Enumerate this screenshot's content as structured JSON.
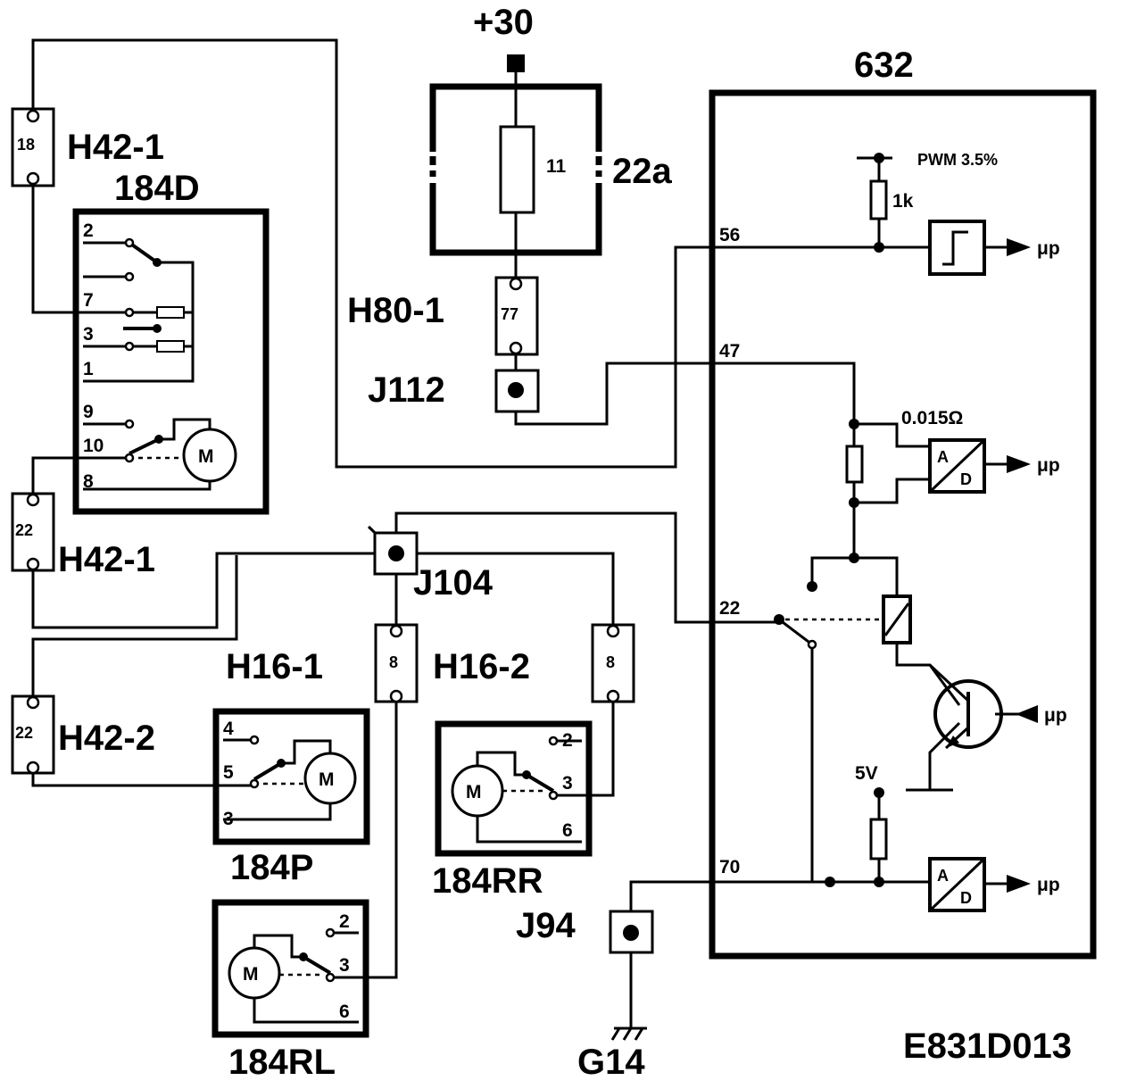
{
  "labels": {
    "supply": "+30",
    "ecu": "632",
    "fuse_box": "22a",
    "fuse_num": "11",
    "doc_id": "E831D013",
    "ground": "G14"
  },
  "connectors": {
    "h42_1_top": {
      "name": "H42-1",
      "pin": "18"
    },
    "h42_1_mid": {
      "name": "H42-1",
      "pin": "22"
    },
    "h42_2": {
      "name": "H42-2",
      "pin": "22"
    },
    "h80_1": {
      "name": "H80-1",
      "pin": "77"
    },
    "h16_1": {
      "name": "H16-1",
      "pin": "8"
    },
    "h16_2": {
      "name": "H16-2",
      "pin": "8"
    }
  },
  "junctions": {
    "j112": "J112",
    "j104": "J104",
    "j94": "J94"
  },
  "components": {
    "c184d": {
      "name": "184D",
      "pins": [
        "2",
        "7",
        "3",
        "1",
        "9",
        "10",
        "8"
      ],
      "motor": "M"
    },
    "c184p": {
      "name": "184P",
      "pins": [
        "4",
        "5",
        "3"
      ],
      "motor": "M"
    },
    "c184rr": {
      "name": "184RR",
      "pins": [
        "2",
        "3",
        "6"
      ],
      "motor": "M"
    },
    "c184rl": {
      "name": "184RL",
      "pins": [
        "2",
        "3",
        "6"
      ],
      "motor": "M"
    }
  },
  "ecu_pins": {
    "p56": "56",
    "p47": "47",
    "p22": "22",
    "p70": "70"
  },
  "ecu_internals": {
    "pwm": "PWM 3.5%",
    "r1k": "1k",
    "shunt": "0.015Ω",
    "v5": "5V",
    "mp": "μp",
    "ad_a": "A",
    "ad_d": "D"
  }
}
